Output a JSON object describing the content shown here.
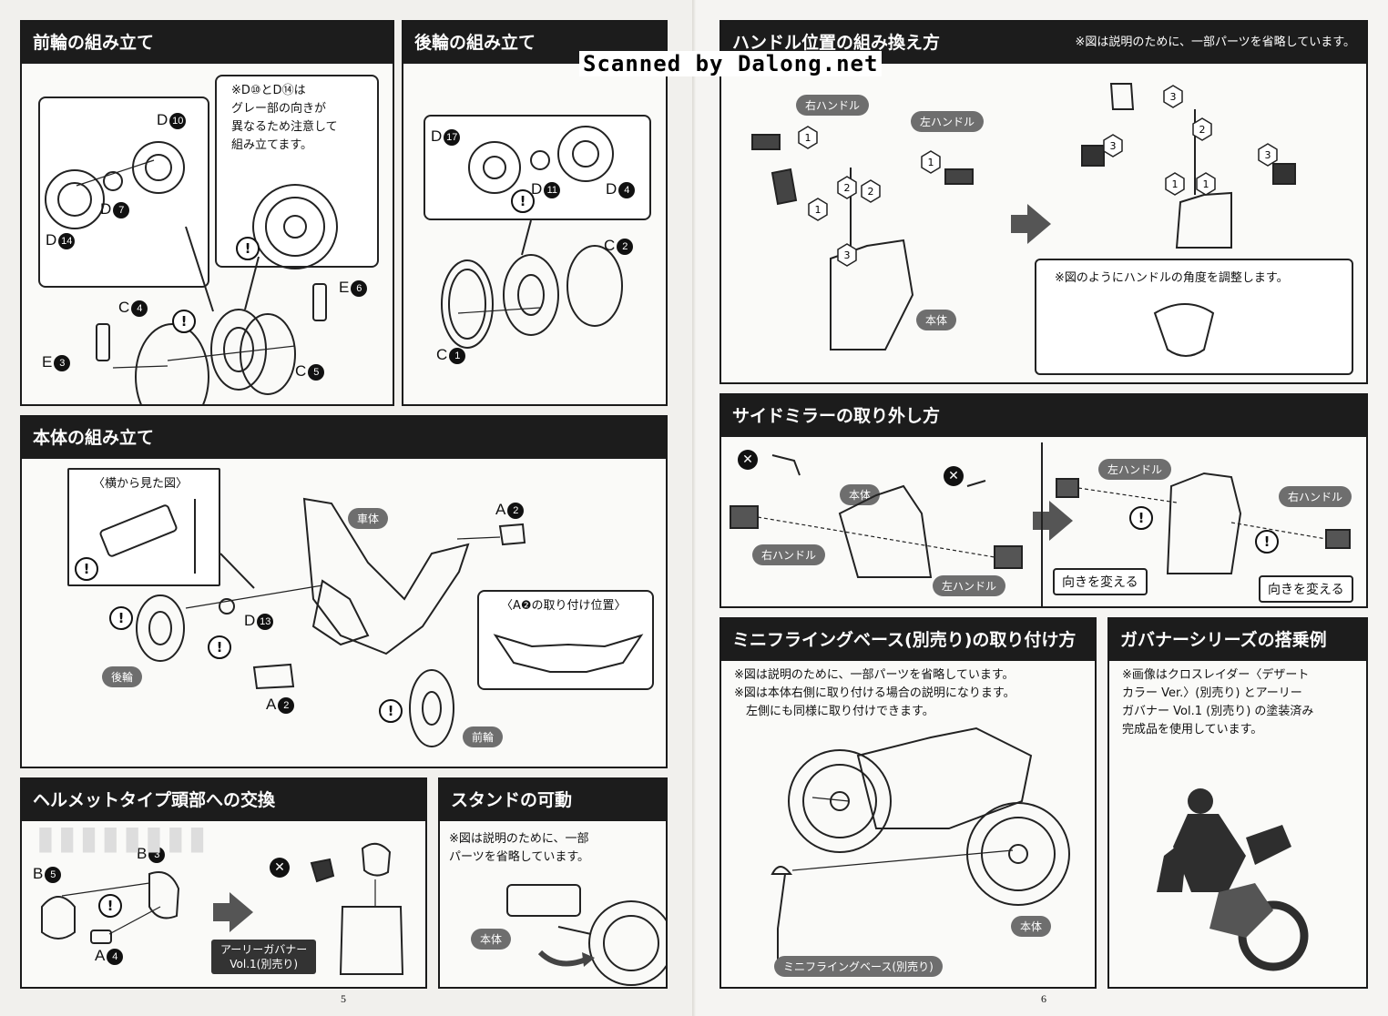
{
  "watermark": "Scanned by Dalong.net",
  "page_numbers": {
    "left": "5",
    "right": "6"
  },
  "front_wheel": {
    "title": "前輪の組み立て",
    "note": "※D⑩とD⑭は\nグレー部の向きが\n異なるため注意して\n組み立てます。",
    "parts": {
      "d10": "D",
      "d10n": "10",
      "d7": "D",
      "d7n": "7",
      "d14": "D",
      "d14n": "14",
      "c4": "C",
      "c4n": "4",
      "e6": "E",
      "e6n": "6",
      "e3": "E",
      "e3n": "3",
      "c5": "C",
      "c5n": "5"
    }
  },
  "rear_wheel": {
    "title": "後輪の組み立て",
    "parts": {
      "d17": "D",
      "d17n": "17",
      "d11": "D",
      "d11n": "11",
      "d4": "D",
      "d4n": "4",
      "c2": "C",
      "c2n": "2",
      "c1": "C",
      "c1n": "1"
    }
  },
  "body_assembly": {
    "title": "本体の組み立て",
    "side_view": "〈横から見た図〉",
    "a2_position": "〈A❷の取り付け位置〉",
    "chassis": "車体",
    "rear_wheel": "後輪",
    "front_wheel": "前輪",
    "parts": {
      "a2top": "A",
      "a2topn": "2",
      "d13": "D",
      "d13n": "13",
      "a2bot": "A",
      "a2botn": "2"
    }
  },
  "helmet": {
    "title": "ヘルメットタイプ頭部への交換",
    "parts": {
      "b5": "B",
      "b5n": "5",
      "b3": "B",
      "b3n": "3",
      "a4": "A",
      "a4n": "4"
    },
    "label": "アーリーガバナー\nVol.1(別売り)"
  },
  "stand": {
    "title": "スタンドの可動",
    "note": "※図は説明のために、一部\nパーツを省略しています。",
    "body": "本体"
  },
  "handle": {
    "title": "ハンドル位置の組み換え方",
    "note": "※図は説明のために、一部パーツを省略しています。",
    "right_handle": "右ハンドル",
    "left_handle": "左ハンドル",
    "body": "本体",
    "step1": "1",
    "step2": "2",
    "step3": "3",
    "angle_note": "※図のようにハンドルの角度を調整します。"
  },
  "mirror": {
    "title": "サイドミラーの取り外し方",
    "body": "本体",
    "right_handle": "右ハンドル",
    "left_handle": "左ハンドル",
    "change_dir": "向きを変える"
  },
  "flying_base": {
    "title": "ミニフライングベース(別売り)の取り付け方",
    "note": "※図は説明のために、一部パーツを省略しています。\n※図は本体右側に取り付ける場合の説明になります。\n　左側にも同様に取り付けできます。",
    "body": "本体",
    "base": "ミニフライングベース(別売り)"
  },
  "governor": {
    "title": "ガバナーシリーズの搭乗例",
    "note": "※画像はクロスレイダー〈デザート\nカラー Ver.〉(別売り) とアーリー\nガバナー Vol.1 (別売り) の塗装済み\n完成品を使用しています。"
  }
}
